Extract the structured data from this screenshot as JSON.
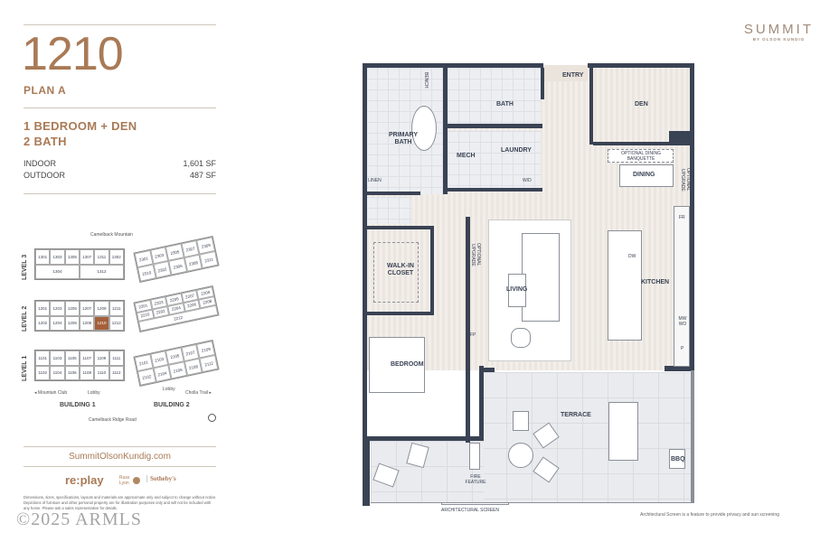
{
  "unit": {
    "number": "1210",
    "plan": "PLAN A",
    "beds": "1 BEDROOM + DEN",
    "baths": "2 BATH",
    "indoor_label": "INDOOR",
    "indoor_value": "1,601 SF",
    "outdoor_label": "OUTDOOR",
    "outdoor_value": "487 SF"
  },
  "brand": {
    "name": "SUMMIT",
    "sub": "BY OLSON KUNDIG"
  },
  "keyplan": {
    "north_label": "Camelback Mountain",
    "south_label": "Camelback Ridge Road",
    "mountain_club": "◂ Mountain Club",
    "lobby1": "Lobby",
    "lobby2": "Lobby",
    "cholla": "Cholla Trail ▸",
    "building1": "BUILDING 1",
    "building2": "BUILDING 2",
    "levels": [
      "LEVEL 3",
      "LEVEL 2",
      "LEVEL 1"
    ],
    "selected_unit": "1210",
    "b1": [
      [
        "1301",
        "1303",
        "1305",
        "1307",
        "1311",
        "1302",
        "1304",
        "1312"
      ],
      [
        "1201",
        "1203",
        "1205",
        "1207",
        "1209",
        "1211",
        "1202",
        "1204",
        "1206",
        "1208",
        "1210",
        "1212"
      ],
      [
        "1101",
        "1103",
        "1105",
        "1107",
        "1109",
        "1111",
        "1102",
        "1104",
        "1106",
        "1108",
        "1110",
        "1112"
      ]
    ],
    "b2": [
      [
        "2301",
        "2303",
        "2305",
        "2307",
        "2309",
        "2310",
        "2302",
        "2306",
        "2308",
        "2311"
      ],
      [
        "2201",
        "2203",
        "2205",
        "2207",
        "2209",
        "2210",
        "2202",
        "2204",
        "2206",
        "2208",
        "2212"
      ],
      [
        "2101",
        "2103",
        "2105",
        "2107",
        "2109",
        "2102",
        "2104",
        "2106",
        "2108",
        "2112"
      ]
    ]
  },
  "website": "SummitOlsonKundig.com",
  "partners": {
    "replay": "re:play",
    "russ": "Russ Lyon",
    "sothebys": "Sotheby's"
  },
  "disclaimer": "Dimensions, sizes, specifications, layouts and materials are approximate only and subject to change without notice. Depictions of furniture and other personal property are for illustration purposes only and will not be included with any home. Please ask a sales representative for details.",
  "watermark": "©2025 ARMLS",
  "rooms": {
    "entry": "ENTRY",
    "den": "DEN",
    "bath": "BATH",
    "bench": "BENCH",
    "primary_bath": "PRIMARY BATH",
    "mech": "MECH",
    "laundry": "LAUNDRY",
    "wd": "W/D",
    "linen": "LINEN",
    "banquette": "OPTIONAL DINING BANQUETTE",
    "dining": "DINING",
    "optional_upgrade": "OPTIONAL UPGRADE",
    "fr": "FR",
    "walkin": "WALK-IN CLOSET",
    "optional_upgrade2": "OPTIONAL UPGRADE",
    "living": "LIVING",
    "dw": "DW",
    "kitchen": "KITCHEN",
    "mwwo": "MW WO",
    "p": "P",
    "fp": "FP",
    "bedroom": "BEDROOM",
    "terrace": "TERRACE",
    "bbq": "BBQ",
    "fire_feature": "FIRE FEATURE",
    "screen": "ARCHITECTURAL SCREEN"
  },
  "screen_note": "Architectural Screen is a feature to provide privacy and sun screening",
  "colors": {
    "accent": "#a97a56",
    "wall": "#3a4354",
    "selected_unit": "#a5603a"
  }
}
